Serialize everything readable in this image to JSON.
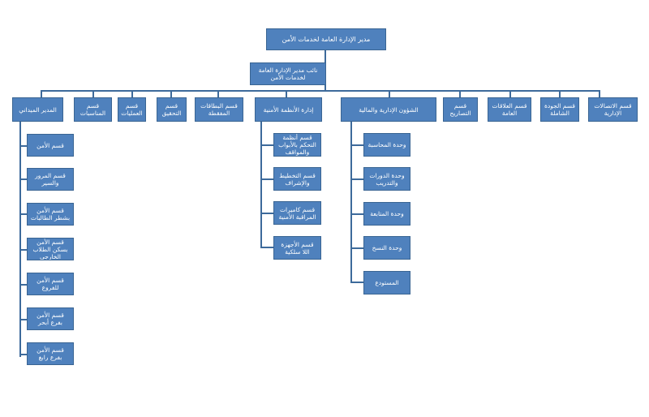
{
  "org": {
    "root": "مدير الإدارة العامة لخدمات الأمن",
    "deputy": "نائب مدير الإدارة العامة لخدمات الأمن",
    "departments": {
      "field_manager": "المدير الميداني",
      "events": "قسم المناسبات",
      "operations": "قسم العمليات",
      "investigation": "قسم التحقيق",
      "lost_cards": "قسم البطاقات المفقطة",
      "security_systems": "إدارة الأنظمة الأمنية",
      "admin_finance": "الشؤون الإدارية والمالية",
      "permits": "قسم التصاريح",
      "public_relations": "قسم العلاقات العامة",
      "quality": "قسم الجودة الشاملة",
      "admin_comms": "قسم الاتصالات الإدارية"
    },
    "field_units": [
      "قسم الأمن",
      "قسم المرور والسير",
      "قسم الأمن بشطر الطالبات",
      "قسم الأمن بسكن الطلاب الخارجي",
      "قسم الأمن للفروع",
      "قسم الأمن بفرع أبحر",
      "قسم الأمن بفرع رابغ"
    ],
    "security_units": [
      "قسم أنظمة التحكم بالأبواب والمواقف",
      "قسم التخطيط والإشراف",
      "قسم كاميرات المراقبة الأمنية",
      "قسم الأجهزة اللا سلكية"
    ],
    "admin_units": [
      "وحدة المحاسبة",
      "وحدة الدورات والتدريب",
      "وحدة المتابعة",
      "وحدة النسخ",
      "المستودع"
    ]
  },
  "colors": {
    "box_fill": "#4f81bd",
    "box_border": "#3a6593",
    "line": "#3d6a9b",
    "text": "#ffffff"
  }
}
